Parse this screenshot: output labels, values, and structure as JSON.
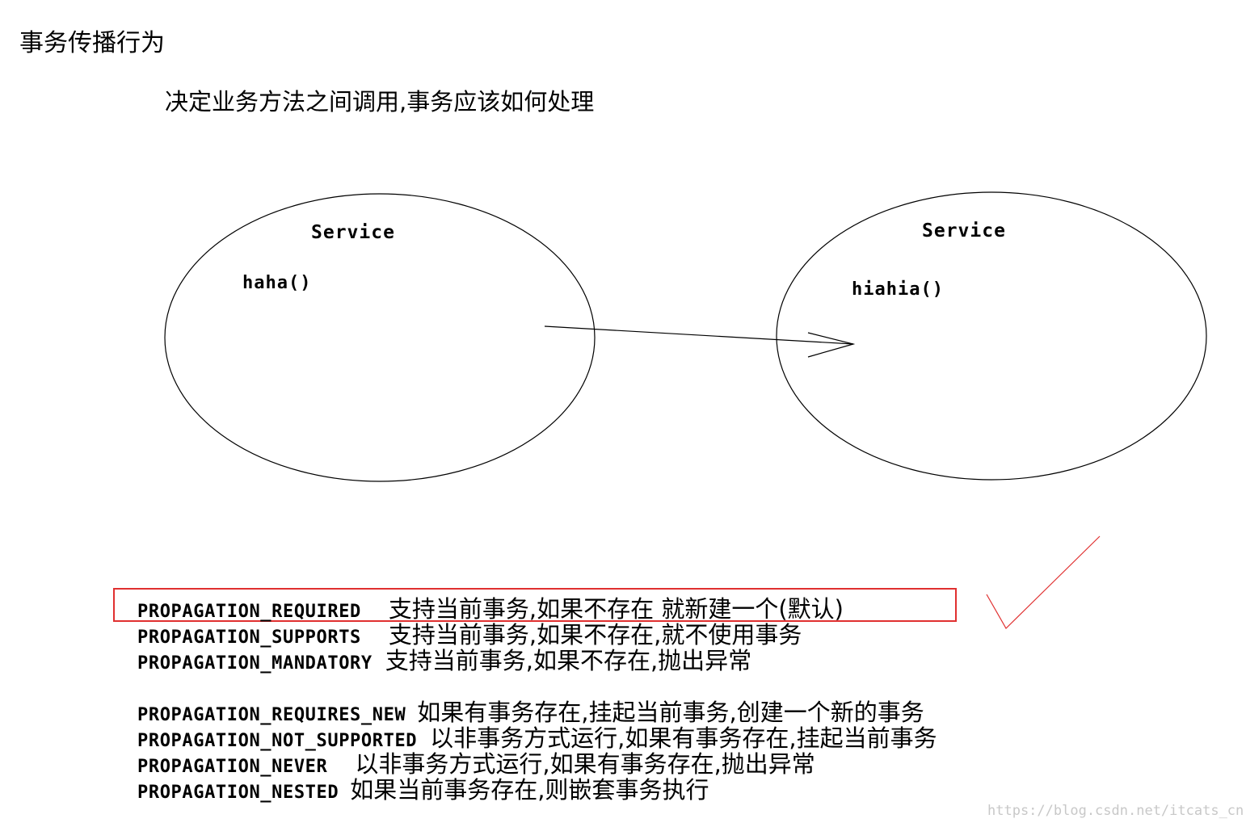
{
  "title": "事务传播行为",
  "subtitle": "决定业务方法之间调用,事务应该如何处理",
  "diagram": {
    "left_service": {
      "label": "Service",
      "method": "haha()"
    },
    "right_service": {
      "label": "Service",
      "method": "hiahia()"
    }
  },
  "propagation": [
    {
      "name": "PROPAGATION_REQUIRED",
      "description": "支持当前事务,如果不存在 就新建一个(默认)",
      "highlighted": true
    },
    {
      "name": "PROPAGATION_SUPPORTS",
      "description": "支持当前事务,如果不存在,就不使用事务",
      "highlighted": false
    },
    {
      "name": "PROPAGATION_MANDATORY",
      "description": "支持当前事务,如果不存在,抛出异常",
      "highlighted": false
    },
    {
      "name": "PROPAGATION_REQUIRES_NEW",
      "description": "如果有事务存在,挂起当前事务,创建一个新的事务",
      "highlighted": false
    },
    {
      "name": "PROPAGATION_NOT_SUPPORTED",
      "description": "以非事务方式运行,如果有事务存在,挂起当前事务",
      "highlighted": false
    },
    {
      "name": "PROPAGATION_NEVER",
      "description": "以非事务方式运行,如果有事务存在,抛出异常",
      "highlighted": false
    },
    {
      "name": "PROPAGATION_NESTED",
      "description": "如果当前事务存在,则嵌套事务执行",
      "highlighted": false
    }
  ],
  "colors": {
    "highlight": "#e03030",
    "checkmark": "#e03030",
    "watermark": "#c8c8c8"
  },
  "icons": {
    "checkmark": "checkmark-icon",
    "call_arrow": "arrow-right-icon"
  },
  "watermark": "https://blog.csdn.net/itcats_cn"
}
